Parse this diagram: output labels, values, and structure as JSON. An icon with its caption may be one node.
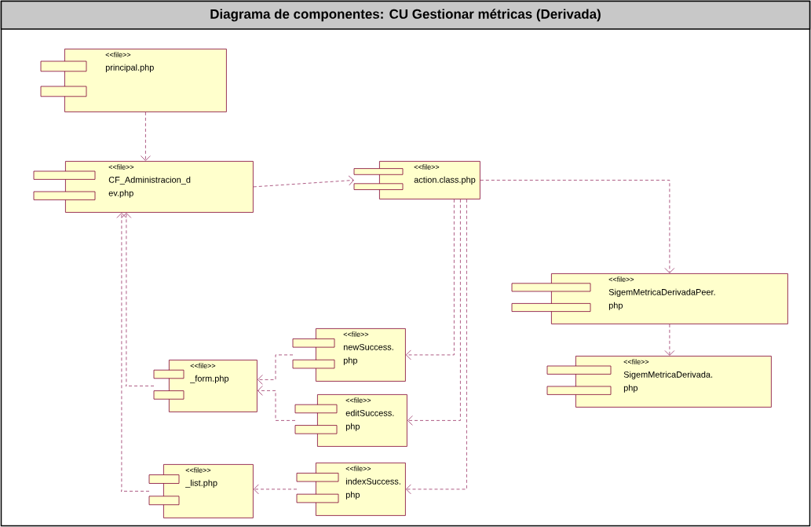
{
  "diagram": {
    "title": "Diagrama de componentes: CU Gestionar métricas (Derivada)",
    "nodes": [
      {
        "text": [
          "<<file>>",
          "principal.php"
        ]
      },
      {
        "text": [
          "<<file>>",
          "CF_Administracion_d ev.php"
        ]
      },
      {
        "text": [
          "<<file>>",
          "action.class.php"
        ]
      },
      {
        "text": [
          "<<file>>",
          "SigemMetricaDerivadaPeer. php"
        ]
      },
      {
        "text": [
          "<<file>>",
          "SigemMetricaDerivada. php"
        ]
      },
      {
        "text": [
          "<<file>>",
          "newSuccess. php"
        ]
      },
      {
        "text": [
          "<<file>>",
          "editSuccess. php"
        ]
      },
      {
        "text": [
          "<<file>>",
          "_form.php"
        ]
      },
      {
        "text": [
          "<<file>>",
          "_list.php"
        ]
      },
      {
        "text": [
          "<<file>>",
          "indexSuccess. php"
        ]
      }
    ],
    "edges": [
      {
        "from": 0,
        "to": 1,
        "arrow": "to",
        "style": "dashed"
      },
      {
        "from": 1,
        "to": 2,
        "arrow": "to",
        "style": "dashed"
      },
      {
        "from": 2,
        "to": 3,
        "arrow": "to",
        "style": "dashed"
      },
      {
        "from": 3,
        "to": 4,
        "arrow": "to",
        "style": "dashed"
      },
      {
        "from": 2,
        "to": 5,
        "arrow": "to",
        "style": "dashed"
      },
      {
        "from": 2,
        "to": 6,
        "arrow": "to",
        "style": "dashed"
      },
      {
        "from": 2,
        "to": 9,
        "arrow": "to",
        "style": "dashed"
      },
      {
        "from": 5,
        "to": 7,
        "arrow": "to",
        "style": "dashed"
      },
      {
        "from": 6,
        "to": 7,
        "arrow": "to",
        "style": "dashed"
      },
      {
        "from": 9,
        "to": 8,
        "arrow": "to",
        "style": "dashed"
      },
      {
        "from": 7,
        "to": 1,
        "arrow": "to",
        "style": "dashed"
      },
      {
        "from": 8,
        "to": 1,
        "arrow": "to",
        "style": "dashed"
      }
    ]
  }
}
